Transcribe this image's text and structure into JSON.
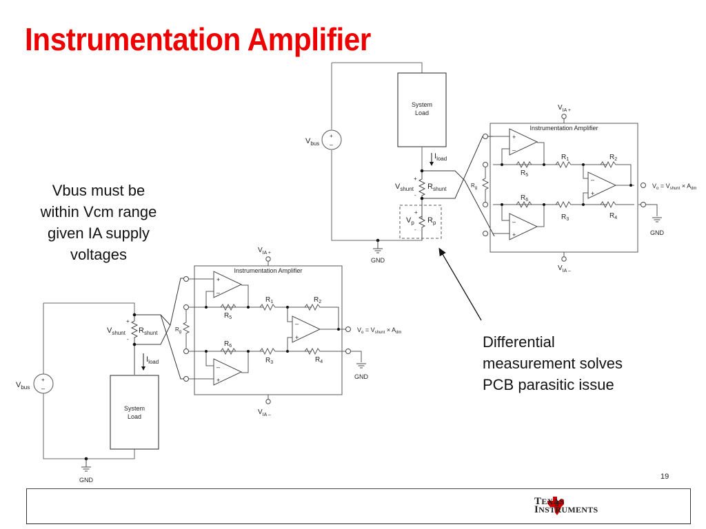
{
  "slide": {
    "title": "Instrumentation Amplifier",
    "page_number": "19",
    "note_left_lines": [
      "Vbus must be",
      "within Vcm range",
      "given IA supply",
      "voltages"
    ],
    "note_right_lines": [
      "Differential",
      "measurement solves",
      "PCB parasitic issue"
    ],
    "brand": {
      "line1_cap": "T",
      "line1_rest": "EXAS",
      "line2_cap": "I",
      "line2_rest": "NSTRUMENTS",
      "color": "#cc0000"
    },
    "title_color": "#ee0000"
  },
  "top_circuit": {
    "source_label": "V",
    "source_sub": "bus",
    "load_line1": "System",
    "load_line2": "Load",
    "current_label": "I",
    "current_sub": "load",
    "shunt_v": "V",
    "shunt_v_sub": "shunt",
    "shunt_r": "R",
    "shunt_r_sub": "shunt",
    "parasitic_v": "V",
    "parasitic_v_sub": "p",
    "parasitic_r": "R",
    "parasitic_r_sub": "p",
    "plus": "+",
    "minus": "-",
    "gnd": "GND"
  },
  "bottom_circuit": {
    "source_label": "V",
    "source_sub": "bus",
    "load_line1": "System",
    "load_line2": "Load",
    "current_label": "I",
    "current_sub": "load",
    "shunt_v": "V",
    "shunt_v_sub": "shunt",
    "shunt_r": "R",
    "shunt_r_sub": "shunt",
    "plus": "+",
    "minus": "-",
    "gnd": "GND"
  },
  "ia": {
    "box_title": "Instrumentation Amplifier",
    "supply_pos": "V",
    "supply_pos_sub": "IA +",
    "supply_neg": "V",
    "supply_neg_sub": "IA –",
    "r1": "R",
    "r1_sub": "1",
    "r2": "R",
    "r2_sub": "2",
    "r3": "R",
    "r3_sub": "3",
    "r4": "R",
    "r4_sub": "4",
    "r5": "R",
    "r5_sub": "5",
    "r6": "R",
    "r6_sub": "6",
    "rg": "R",
    "rg_sub": "g",
    "out_v": "V",
    "out_v_sub": "o",
    "out_eq": " = V",
    "out_shunt_sub": "shunt",
    "out_times": " × A",
    "out_adm_sub": "dm",
    "gnd": "GND",
    "op_plus": "+",
    "op_minus": "–"
  }
}
